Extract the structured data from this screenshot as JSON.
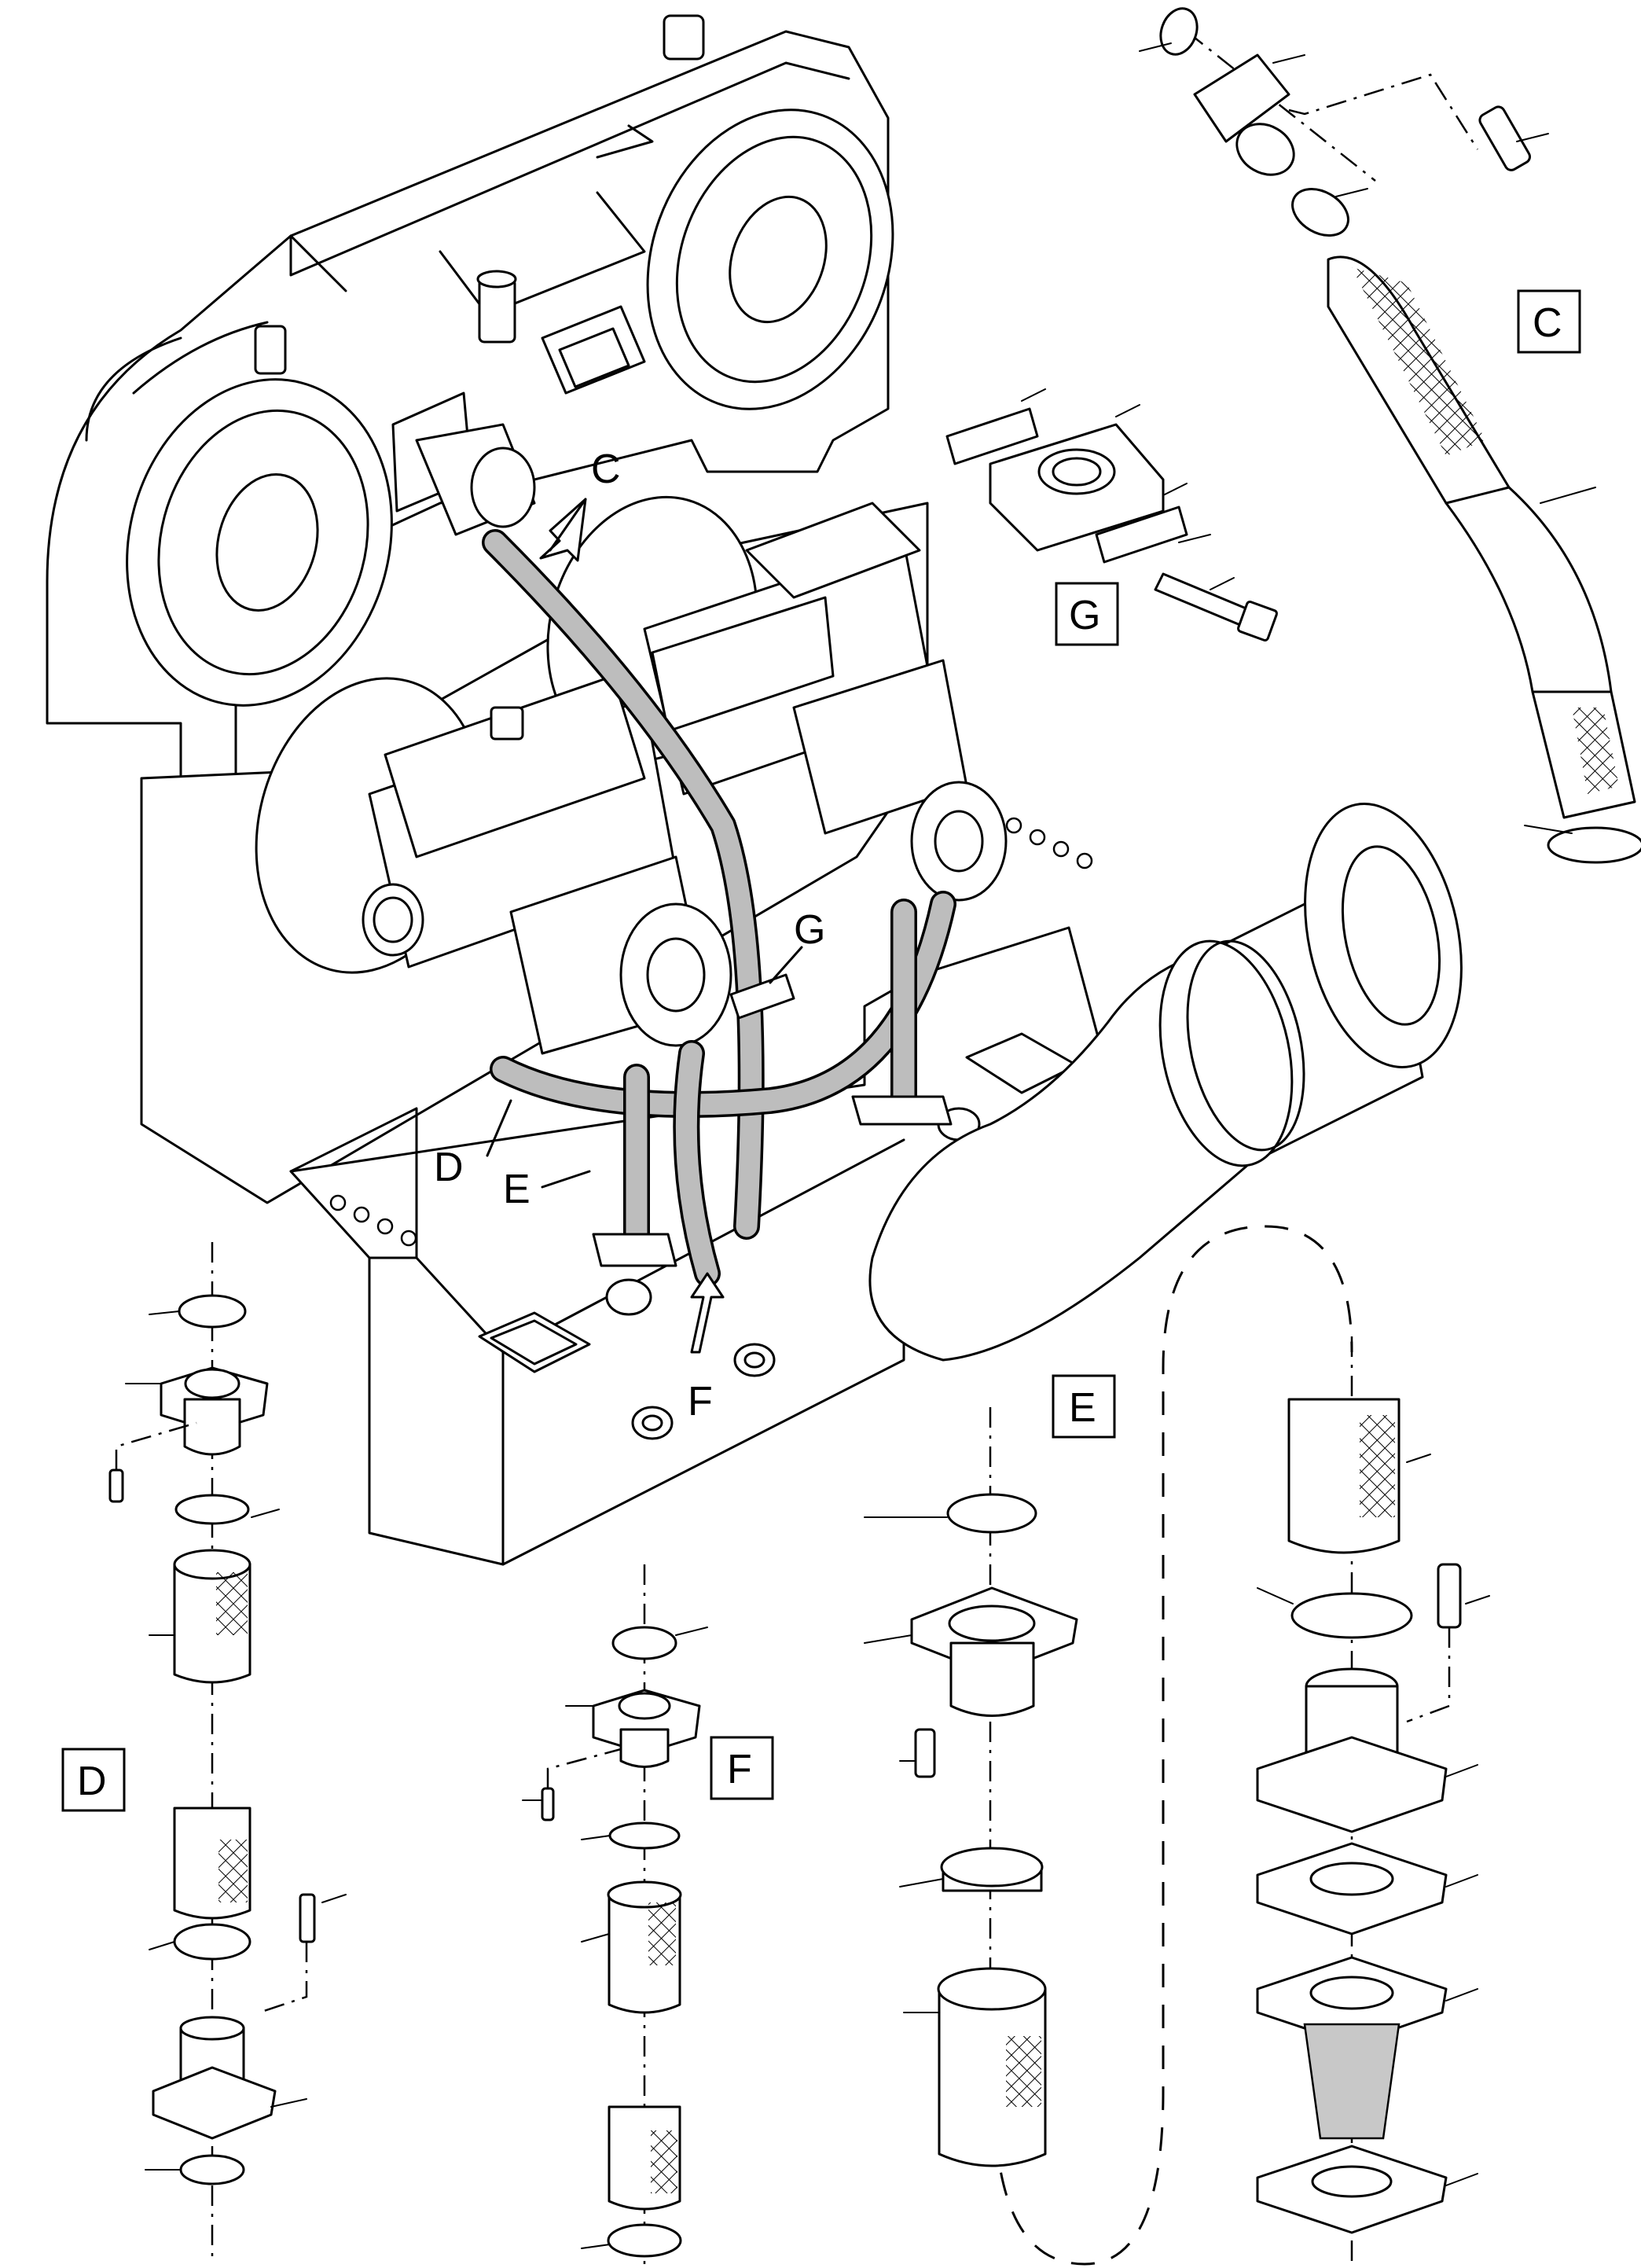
{
  "callouts": {
    "c": "C",
    "d": "D",
    "e": "E",
    "f": "F",
    "g": "G"
  },
  "views": {
    "c": "C",
    "d": "D",
    "e": "E",
    "f": "F",
    "g": "G"
  }
}
